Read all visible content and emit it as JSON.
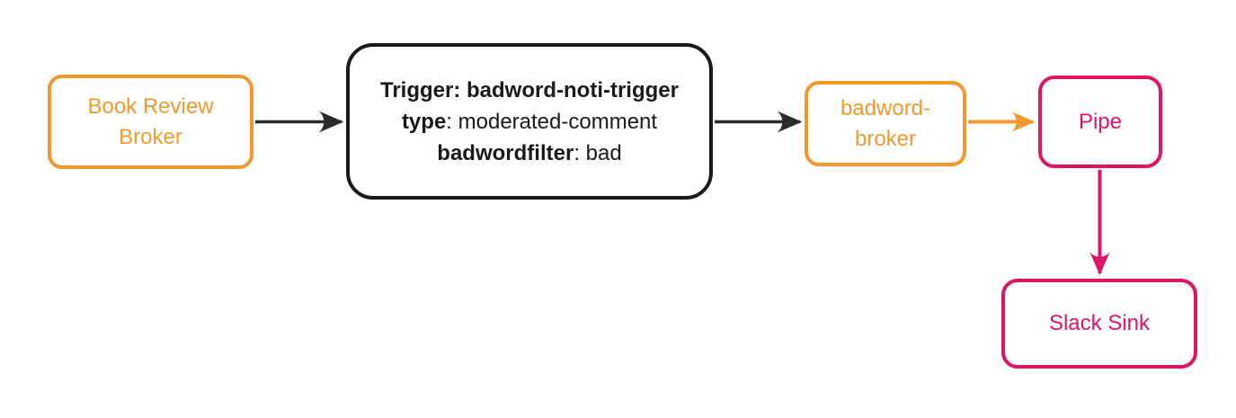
{
  "diagram": {
    "nodes": {
      "book_review_broker": {
        "line1": "Book Review",
        "line2": "Broker",
        "color": "#F2992E"
      },
      "trigger": {
        "line1": "Trigger: badword-noti-trigger",
        "line2_key": "type",
        "line2_rest": ": moderated-comment",
        "line3_key": "badwordfilter",
        "line3_rest": ": bad",
        "color": "#1A1A1A"
      },
      "badword_broker": {
        "line1": "badword-",
        "line2": "broker",
        "color": "#F2992E"
      },
      "pipe": {
        "label": "Pipe",
        "color": "#DE1467"
      },
      "slack_sink": {
        "label": "Slack Sink",
        "color": "#DE1467"
      }
    },
    "edges": [
      {
        "from": "book_review_broker",
        "to": "trigger",
        "color": "#2B2B2B",
        "direction": "right"
      },
      {
        "from": "trigger",
        "to": "badword_broker",
        "color": "#2B2B2B",
        "direction": "right"
      },
      {
        "from": "badword_broker",
        "to": "pipe",
        "color": "#F2992E",
        "direction": "right"
      },
      {
        "from": "pipe",
        "to": "slack_sink",
        "color": "#DE1467",
        "direction": "down"
      }
    ]
  },
  "colors": {
    "orange": "#F2992E",
    "pink": "#DE1467",
    "dark": "#1A1A1A",
    "edge": "#2B2B2B",
    "bg": "#FFFFFF"
  }
}
